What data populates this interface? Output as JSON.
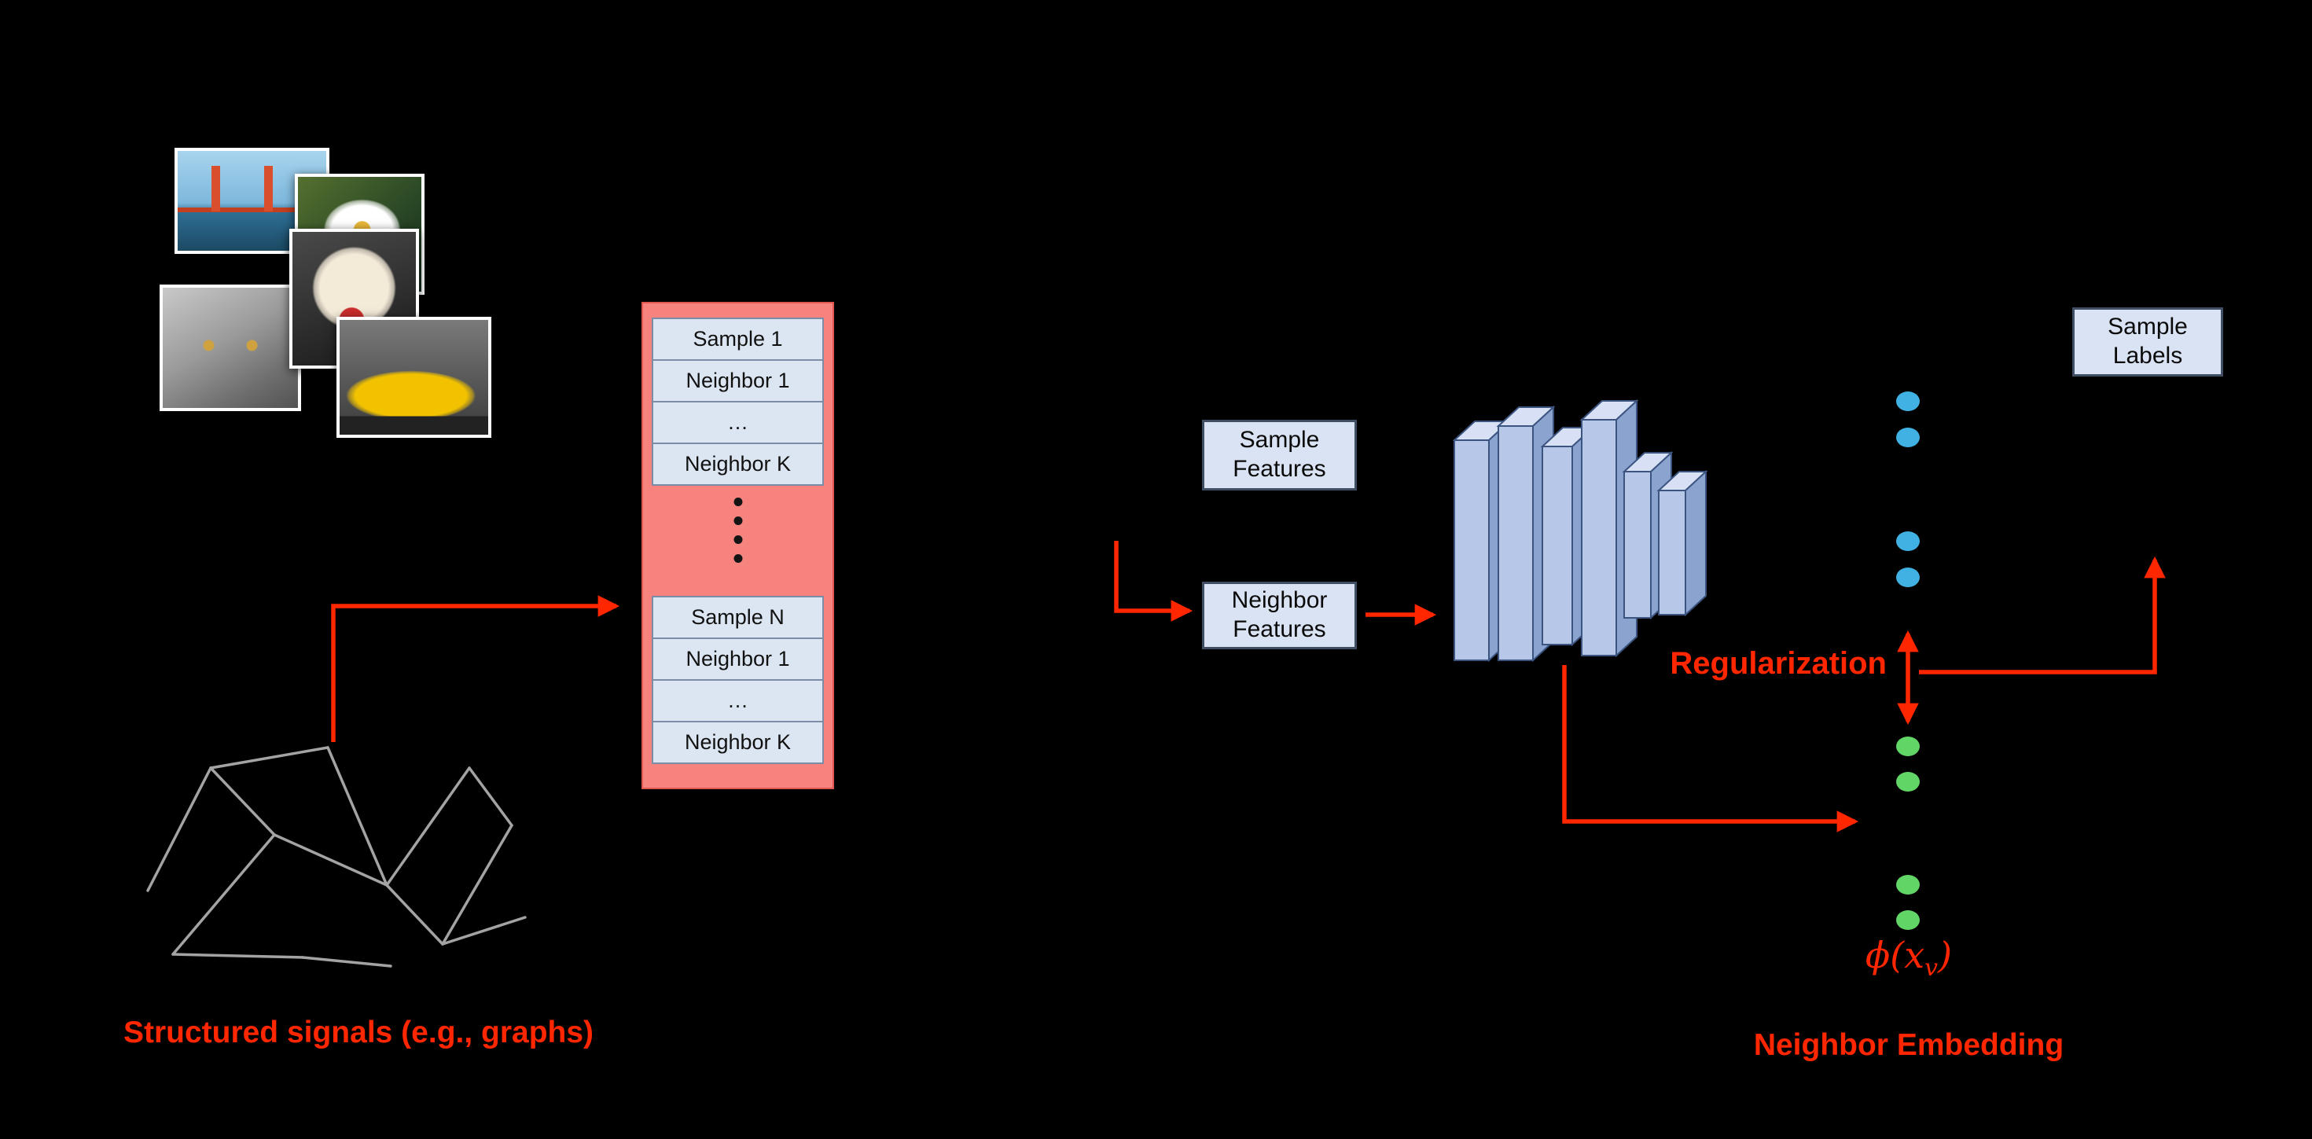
{
  "colors": {
    "accent_red": "#ff2600",
    "table_bg": "#f6837e",
    "cell_bg": "#dce6f2",
    "cell_border": "#7b8ca6",
    "box_bg": "#dae3f3",
    "box_border": "#404e63",
    "nn_front": "#b6c7e8",
    "nn_top": "#d7e0f4",
    "nn_side": "#8ba3cf",
    "nn_stroke": "#3c5480",
    "sample_dot": "#41b1e3",
    "neighbor_dot": "#62d567",
    "graph_edge": "#a3a3a3",
    "table_dot": "#141414"
  },
  "photos": [
    "golden-gate-bridge",
    "daisy-flower",
    "gray-kitten",
    "white-puppy-red-bow",
    "yellow-sports-car"
  ],
  "sample_table": {
    "rows": [
      "Sample 1",
      "Neighbor 1",
      "…",
      "Neighbor K",
      "Sample N",
      "Neighbor 1",
      "…",
      "Neighbor K"
    ],
    "ellipsis_dot_count": 4
  },
  "boxes": {
    "sample_features": {
      "line1": "Sample",
      "line2": "Features"
    },
    "neighbor_features": {
      "line1": "Neighbor",
      "line2": "Features"
    },
    "sample_labels": {
      "line1": "Sample",
      "line2": "Labels"
    }
  },
  "annotations": {
    "structured_signals": "Structured signals (e.g., graphs)",
    "regularization": "Regularization",
    "neighbor_embedding": "Neighbor Embedding",
    "phi_prefix": "ϕ(x",
    "phi_sub": "v",
    "phi_suffix": ")"
  },
  "embedding": {
    "sample_dot_count": 4,
    "neighbor_dot_count": 4
  }
}
